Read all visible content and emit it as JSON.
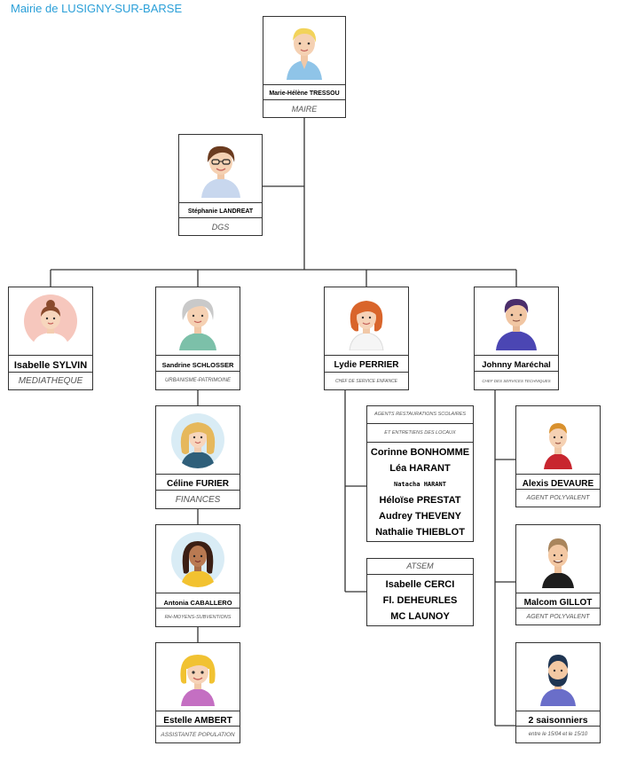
{
  "title": "Mairie de LUSIGNY-SUR-BARSE",
  "people": {
    "maire": {
      "name": "Marie-Hélène TRESSOU",
      "role": "MAIRE"
    },
    "dgs": {
      "name": "Stéphanie LANDREAT",
      "role": "DGS"
    },
    "sylvin": {
      "name": "Isabelle SYLVIN",
      "role": "MEDIATHEQUE"
    },
    "schlosser": {
      "name": "Sandrine SCHLOSSER",
      "role": "URBANISME-PATRIMOINE"
    },
    "perrier": {
      "name": "Lydie PERRIER",
      "role": "CHEF DE SERVICE ENFANCE"
    },
    "marechal": {
      "name": "Johnny Maréchal",
      "role": "CHEF DES SERVICES TECHNIQUES"
    },
    "furier": {
      "name": "Céline FURIER",
      "role": "FINANCES"
    },
    "caballero": {
      "name": "Antonia CABALLERO",
      "role": "RH-MOYENS-SUBVENTIONS"
    },
    "ambert": {
      "name": "Estelle AMBERT",
      "role": "ASSISTANTE POPULATION"
    },
    "devaure": {
      "name": "Alexis DEVAURE",
      "role": "AGENT POLYVALENT"
    },
    "gillot": {
      "name": "Malcom GILLOT",
      "role": "AGENT POLYVALENT"
    },
    "saisonniers": {
      "name": "2 saisonniers",
      "role": "entre le 15/04 et le 15/10"
    }
  },
  "restauration": {
    "header1": "AGENTS RESTAURATIONS SCOLAIRES",
    "header2": "ET ENTRETIENS DES LOCAUX",
    "members": [
      "Corinne BONHOMME",
      "Léa HARANT",
      "Natacha HARANT",
      "Héloïse PRESTAT",
      "Audrey THEVENY",
      "Nathalie THIEBLOT"
    ]
  },
  "atsem": {
    "header": "ATSEM",
    "members": [
      "Isabelle CERCI",
      "Fl. DEHEURLES",
      "MC LAUNOY"
    ]
  },
  "colors": {
    "title": "#2a9fd8",
    "line": "#333333",
    "border": "#333333"
  },
  "avatars": {
    "maire": "blonde-woman-avatar",
    "dgs": "woman-glasses-avatar",
    "sylvin": "woman-bun-avatar",
    "schlosser": "grey-haired-woman-avatar",
    "perrier": "red-haired-woman-avatar",
    "marechal": "man-purple-hair-avatar",
    "furier": "blonde-curly-woman-avatar",
    "caballero": "dark-haired-woman-avatar",
    "ambert": "blonde-bob-woman-avatar",
    "devaure": "young-man-red-shirt-avatar",
    "gillot": "man-beard-avatar",
    "saisonniers": "bearded-man-avatar"
  }
}
